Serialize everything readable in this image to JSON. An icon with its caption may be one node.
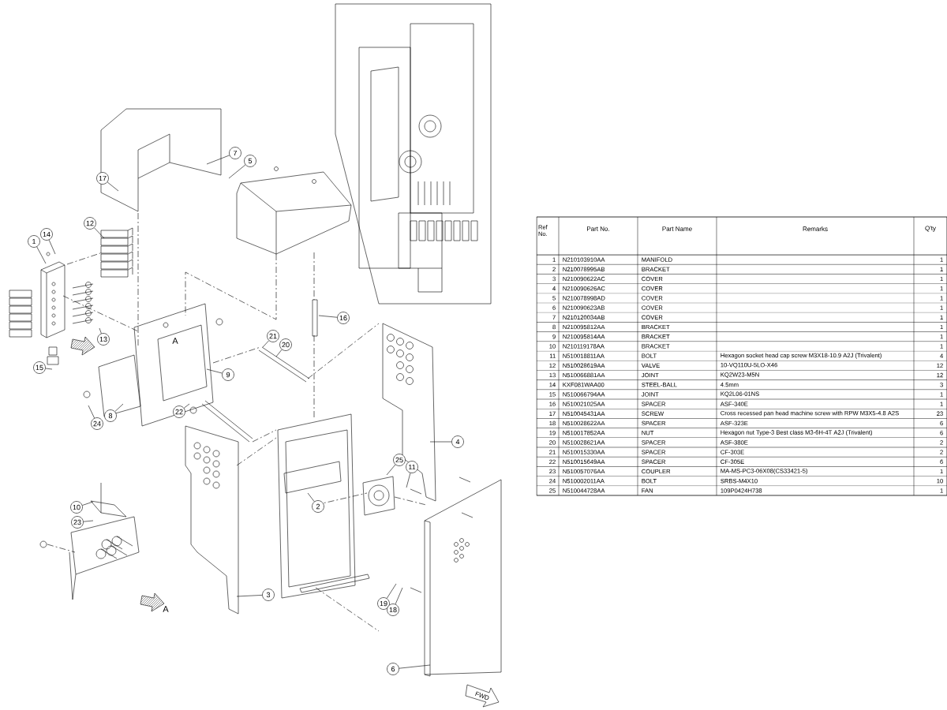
{
  "diagram": {
    "nodes": [
      {
        "text": [
          "7"
        ]
      },
      {
        "text": [
          "5"
        ]
      },
      {
        "text": [
          "17"
        ]
      },
      {
        "text": [
          "12"
        ]
      },
      {
        "text": [
          "14"
        ]
      },
      {
        "text": [
          "1"
        ]
      },
      {
        "text": [
          "13"
        ]
      },
      {
        "text": [
          "15"
        ]
      },
      {
        "text": [
          "9"
        ]
      },
      {
        "text": [
          "21"
        ]
      },
      {
        "text": [
          "20"
        ]
      },
      {
        "text": [
          "16"
        ]
      },
      {
        "text": [
          "22"
        ]
      },
      {
        "text": [
          "24"
        ]
      },
      {
        "text": [
          "8"
        ]
      },
      {
        "text": [
          "4"
        ]
      },
      {
        "text": [
          "25"
        ]
      },
      {
        "text": [
          "11"
        ]
      },
      {
        "text": [
          "2"
        ]
      },
      {
        "text": [
          "10"
        ]
      },
      {
        "text": [
          "23"
        ]
      },
      {
        "text": [
          "3"
        ]
      },
      {
        "text": [
          "19"
        ]
      },
      {
        "text": [
          "18"
        ]
      },
      {
        "text": [
          "6"
        ]
      }
    ],
    "edges": [
      {
        "from": 0,
        "to": null,
        "arrow": "none"
      },
      {
        "from": 1,
        "to": null,
        "arrow": "none"
      },
      {
        "from": 2,
        "to": null,
        "arrow": "none"
      },
      {
        "from": 3,
        "to": null,
        "arrow": "none"
      },
      {
        "from": 4,
        "to": null,
        "arrow": "none"
      },
      {
        "from": 5,
        "to": null,
        "arrow": "none"
      },
      {
        "from": 6,
        "to": null,
        "arrow": "none"
      },
      {
        "from": 7,
        "to": null,
        "arrow": "none"
      },
      {
        "from": 8,
        "to": null,
        "arrow": "none"
      },
      {
        "from": 9,
        "to": null,
        "arrow": "none"
      },
      {
        "from": 10,
        "to": null,
        "arrow": "none"
      },
      {
        "from": 11,
        "to": null,
        "arrow": "none"
      },
      {
        "from": 12,
        "to": null,
        "arrow": "none"
      },
      {
        "from": 13,
        "to": null,
        "arrow": "none"
      },
      {
        "from": 14,
        "to": null,
        "arrow": "none"
      },
      {
        "from": 15,
        "to": null,
        "arrow": "none"
      },
      {
        "from": 16,
        "to": null,
        "arrow": "none"
      },
      {
        "from": 17,
        "to": null,
        "arrow": "none"
      },
      {
        "from": 18,
        "to": null,
        "arrow": "none"
      },
      {
        "from": 19,
        "to": null,
        "arrow": "none"
      },
      {
        "from": 20,
        "to": null,
        "arrow": "none"
      },
      {
        "from": 21,
        "to": null,
        "arrow": "none"
      },
      {
        "from": 22,
        "to": null,
        "arrow": "none"
      },
      {
        "from": 23,
        "to": null,
        "arrow": "none"
      },
      {
        "from": 24,
        "to": null,
        "arrow": "none"
      }
    ],
    "labels": [
      "Ref No.",
      "Part No.",
      "Part Name",
      "Remarks",
      "Q'ty",
      "1",
      "N210103910AA",
      "MANIFOLD",
      "1",
      "2",
      "N210078995AB",
      "BRACKET",
      "1",
      "3",
      "N210090622AC",
      "COVER",
      "1",
      "4",
      "N210090626AC",
      "COVER",
      "1",
      "5",
      "N210078998AD",
      "COVER",
      "1",
      "6",
      "N210090623AB",
      "COVER",
      "1",
      "7",
      "N210120034AB",
      "COVER",
      "1",
      "8",
      "N210095812AA",
      "BRACKET",
      "1",
      "9",
      "N210095814AA",
      "BRACKET",
      "1",
      "10",
      "N210119178AA",
      "BRACKET",
      "1",
      "11",
      "N510018811AA",
      "BOLT",
      "Hexagon socket head cap screw M3X18-10.9 A2J (Trivalent)",
      "4",
      "12",
      "N510028619AA",
      "VALVE",
      "10-VQ110U-5LO-X46",
      "12",
      "13",
      "N510066881AA",
      "JOINT",
      "KQ2W23-M5N",
      "12",
      "14",
      "KXF081WAA00",
      "STEEL-BALL",
      "4.5mm",
      "3",
      "15",
      "N510066794AA",
      "JOINT",
      "KQ2L06-01NS",
      "1",
      "16",
      "N510021025AA",
      "SPACER",
      "ASF-340E",
      "1",
      "17",
      "N510045431AA",
      "SCREW",
      "Cross recessed pan head machine screw with RPW M3X5-4.8 A2S",
      "23",
      "18",
      "N510028622AA",
      "SPACER",
      "ASF-323E",
      "6",
      "19",
      "N510017852AA",
      "NUT",
      "Hexagon nut Type-3 Best class M3-6H-4T A2J (Trivalent)",
      "6",
      "20",
      "N510028621AA",
      "SPACER",
      "ASF-380E",
      "2",
      "21",
      "N510015330AA",
      "SPACER",
      "CF-303E",
      "2",
      "22",
      "N510015649AA",
      "SPACER",
      "CF-305E",
      "6",
      "23",
      "N510057076AA",
      "COUPLER",
      "MA-MS-PC3-06X08(CS33421-5)",
      "1",
      "24",
      "N510002011AA",
      "BOLT",
      "SRBS-M4X10",
      "10",
      "25",
      "N510044728AA",
      "FAN",
      "109P0424H738",
      "1",
      "A",
      "A",
      "FWD"
    ]
  }
}
